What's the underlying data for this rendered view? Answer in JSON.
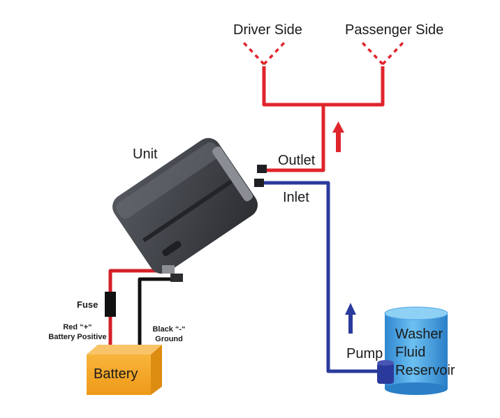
{
  "labels": {
    "driver_side": "Driver Side",
    "passenger_side": "Passenger Side",
    "unit": "Unit",
    "outlet": "Outlet",
    "inlet": "Inlet",
    "fuse": "Fuse",
    "red_line1": "Red “+“",
    "red_line2": "Battery Positive",
    "black_line1": "Black “-“",
    "black_line2": "Ground",
    "battery": "Battery",
    "pump": "Pump",
    "reservoir_line1": "Washer",
    "reservoir_line2": "Fluid",
    "reservoir_line3": "Reservoir"
  },
  "colors": {
    "outlet_hose": "#e0242c",
    "inlet_hose": "#2a3a9c",
    "positive_wire": "#d41f26",
    "ground_wire": "#111111",
    "battery_fill": "#f5a623",
    "reservoir_fill": "#3c9ee0",
    "unit_body": "#3a3d42"
  }
}
